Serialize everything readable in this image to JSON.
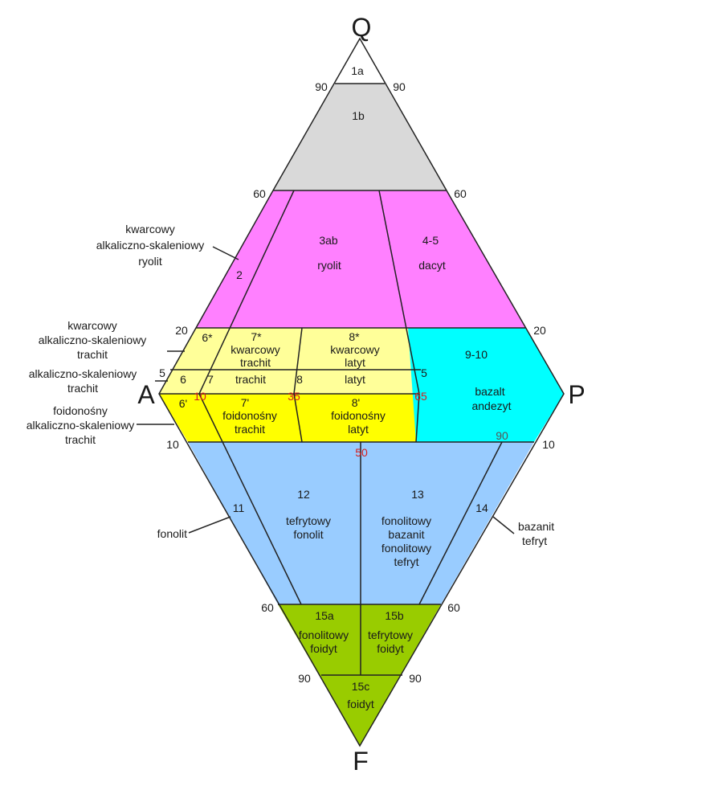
{
  "vertices": {
    "q": "Q",
    "a": "A",
    "p": "P",
    "f": "F"
  },
  "colors": {
    "field_1a": "#ffffff",
    "field_1b": "#d9d9d9",
    "rhyolite_dacite": "#ff80ff",
    "trachyte_latite_light": "#ffff99",
    "foid_bearing": "#ffff00",
    "basalt_andesite": "#00ffff",
    "foid_lower": "#99ccff",
    "foidite": "#99cc00"
  },
  "ticks": {
    "q90_left": "90",
    "q90_right": "90",
    "q60_left": "60",
    "q60_right": "60",
    "q20_left": "20",
    "q20_right": "20",
    "q5_left": "5",
    "q5_right": "5",
    "f10_left": "10",
    "f10_right": "10",
    "f60_left": "60",
    "f60_right": "60",
    "f90_left": "90",
    "f90_right": "90",
    "p10": "10",
    "p35": "35",
    "p65": "65",
    "p50": "50",
    "p90": "90"
  },
  "fields": {
    "f1a": "1a",
    "f1b": "1b",
    "f2": "2",
    "f3ab": "3ab",
    "f3ab_name": "ryolit",
    "f4_5": "4-5",
    "f4_5_name": "dacyt",
    "f6s": "6*",
    "f7s": "7*",
    "f7s_name1": "kwarcowy",
    "f7s_name2": "trachit",
    "f8s": "8*",
    "f8s_name1": "kwarcowy",
    "f8s_name2": "latyt",
    "f6": "6",
    "f7": "7",
    "f7_name": "trachit",
    "f8": "8",
    "f8_name": "latyt",
    "f9_10": "9-10",
    "f9_10_name1": "bazalt",
    "f9_10_name2": "andezyt",
    "f6p": "6'",
    "f7p": "7'",
    "f7p_name1": "foidonośny",
    "f7p_name2": "trachit",
    "f8p": "8'",
    "f8p_name1": "foidonośny",
    "f8p_name2": "latyt",
    "f11": "11",
    "f12": "12",
    "f12_name1": "tefrytowy",
    "f12_name2": "fonolit",
    "f13": "13",
    "f13_name1": "fonolitowy",
    "f13_name2": "bazanit",
    "f13_name3": "fonolitowy",
    "f13_name4": "tefryt",
    "f14": "14",
    "f15a": "15a",
    "f15a_name1": "fonolitowy",
    "f15a_name2": "foidyt",
    "f15b": "15b",
    "f15b_name1": "tefrytowy",
    "f15b_name2": "foidyt",
    "f15c": "15c",
    "f15c_name": "foidyt"
  },
  "side_labels": {
    "qa_rhyolite": [
      "kwarcowy",
      "alkaliczno-skaleniowy",
      "ryolit"
    ],
    "qa_trachyte": [
      "kwarcowy",
      "alkaliczno-skaleniowy",
      "trachit"
    ],
    "a_trachyte": [
      "alkaliczno-skaleniowy",
      "trachit"
    ],
    "foid_trachyte": [
      "foidonośny",
      "alkaliczno-skaleniowy",
      "trachit"
    ],
    "phonolite": "fonolit",
    "basanite_tephrite": [
      "bazanit",
      "tefryt"
    ]
  }
}
